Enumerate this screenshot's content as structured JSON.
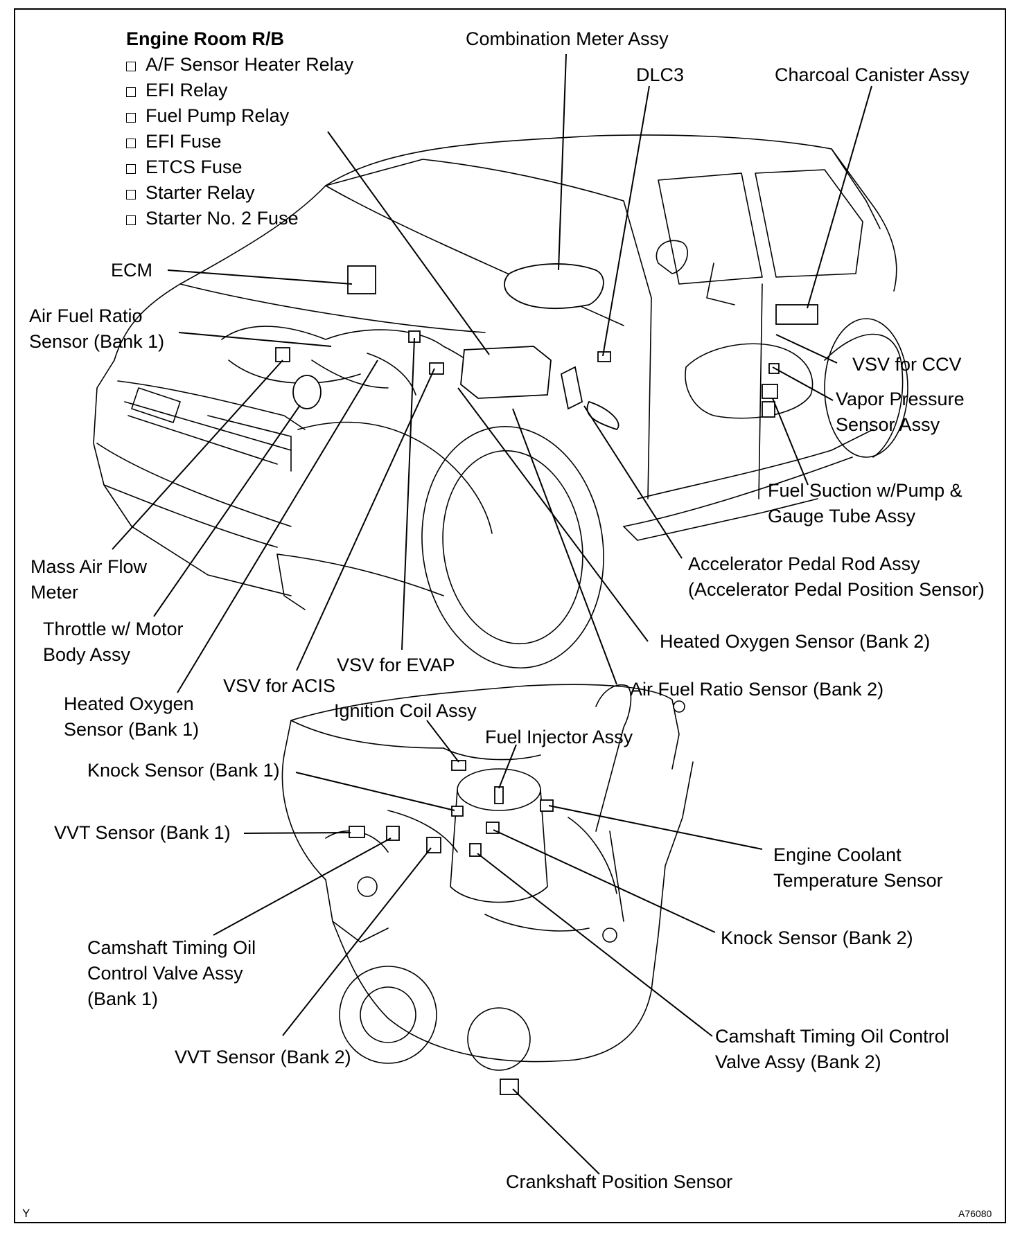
{
  "relay_block": {
    "title": "Engine Room R/B",
    "items": [
      "A/F Sensor Heater Relay",
      "EFI Relay",
      "Fuel Pump Relay",
      "EFI Fuse",
      "ETCS Fuse",
      "Starter Relay",
      "Starter No. 2 Fuse"
    ]
  },
  "labels": {
    "combination_meter": "Combination Meter Assy",
    "dlc3": "DLC3",
    "charcoal_canister": "Charcoal Canister Assy",
    "ecm": "ECM",
    "af_sensor_b1_l1": "Air Fuel Ratio",
    "af_sensor_b1_l2": "Sensor (Bank 1)",
    "vsv_ccv": "VSV for CCV",
    "vapor_l1": "Vapor Pressure",
    "vapor_l2": "Sensor Assy",
    "fuel_suction_l1": "Fuel Suction w/Pump &",
    "fuel_suction_l2": "Gauge Tube Assy",
    "maf_l1": "Mass Air Flow",
    "maf_l2": "Meter",
    "accel_l1": "Accelerator Pedal Rod Assy",
    "accel_l2": "(Accelerator Pedal Position Sensor)",
    "throttle_l1": "Throttle w/ Motor",
    "throttle_l2": "Body Assy",
    "ho2_b2": "Heated Oxygen Sensor (Bank 2)",
    "vsv_evap": "VSV for EVAP",
    "vsv_acis": "VSV for ACIS",
    "af_b2": "Air Fuel Ratio Sensor (Bank 2)",
    "ho2_b1_l1": "Heated Oxygen",
    "ho2_b1_l2": "Sensor (Bank 1)",
    "ignition_coil": "Ignition Coil Assy",
    "fuel_injector": "Fuel Injector Assy",
    "knock_b1": "Knock Sensor (Bank 1)",
    "vvt_b1": "VVT Sensor (Bank 1)",
    "ect_l1": "Engine Coolant",
    "ect_l2": "Temperature Sensor",
    "knock_b2": "Knock Sensor (Bank 2)",
    "cam_ocv_b1_l1": "Camshaft Timing Oil",
    "cam_ocv_b1_l2": "Control Valve Assy",
    "cam_ocv_b1_l3": "(Bank 1)",
    "cam_ocv_b2_l1": "Camshaft Timing Oil Control",
    "cam_ocv_b2_l2": "Valve Assy (Bank 2)",
    "vvt_b2": "VVT Sensor (Bank 2)",
    "crank": "Crankshaft Position Sensor"
  },
  "corner_marks": {
    "left": "Y",
    "right": "A76080"
  }
}
